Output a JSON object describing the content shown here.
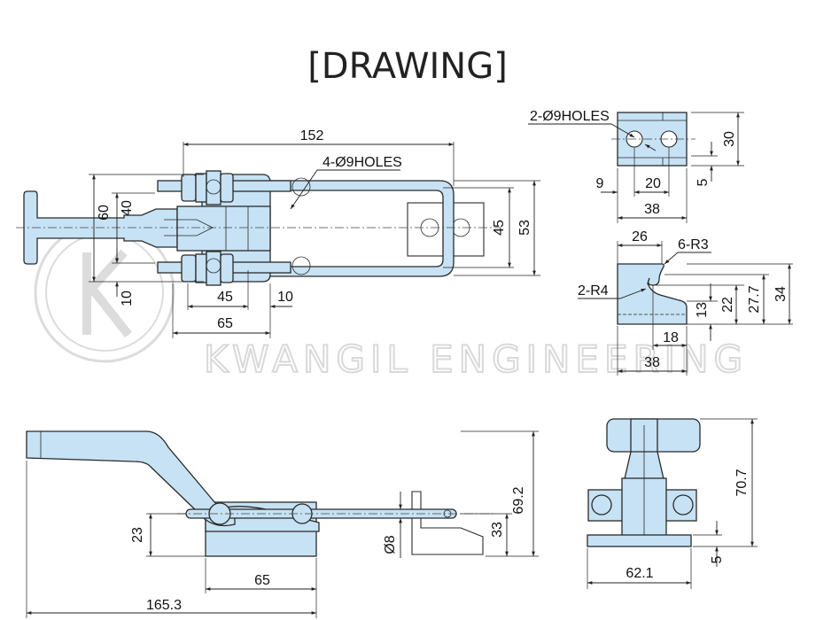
{
  "title": "[DRAWING]",
  "watermark": {
    "company": "KWANGIL ENGINEERING",
    "logo_letter": "K"
  },
  "colors": {
    "part_fill": "#c6e2f4",
    "line": "#2a2a2a",
    "watermark": "#d9d9d9"
  },
  "top_view": {
    "holes_note": "4-Ø9HOLES",
    "dims": {
      "overall_length": "152",
      "height_60": "60",
      "height_40": "40",
      "offset_10_v": "10",
      "span_45": "45",
      "offset_10_h": "10",
      "base_65": "65",
      "rail_45": "45",
      "rail_53": "53"
    }
  },
  "catch_top": {
    "holes_note": "2-Ø9HOLES",
    "dims": {
      "height_30": "30",
      "offset_5": "5",
      "offset_9": "9",
      "pitch_20": "20",
      "width_38": "38"
    }
  },
  "catch_side": {
    "radius_note_r3": "6-R3",
    "radius_note_r4": "2-R4",
    "dims": {
      "width_26": "26",
      "h_13": "13",
      "h_22": "22",
      "h_27_7": "27.7",
      "h_34": "34",
      "w_18": "18",
      "width_38": "38"
    }
  },
  "side_view": {
    "dims": {
      "height_69_2": "69.2",
      "height_33": "33",
      "height_23": "23",
      "rod_dia": "Ø8",
      "base_65": "65",
      "overall_165_3": "165.3"
    }
  },
  "front_view": {
    "dims": {
      "height_70_7": "70.7",
      "base_5": "5",
      "width_62_1": "62.1"
    }
  }
}
